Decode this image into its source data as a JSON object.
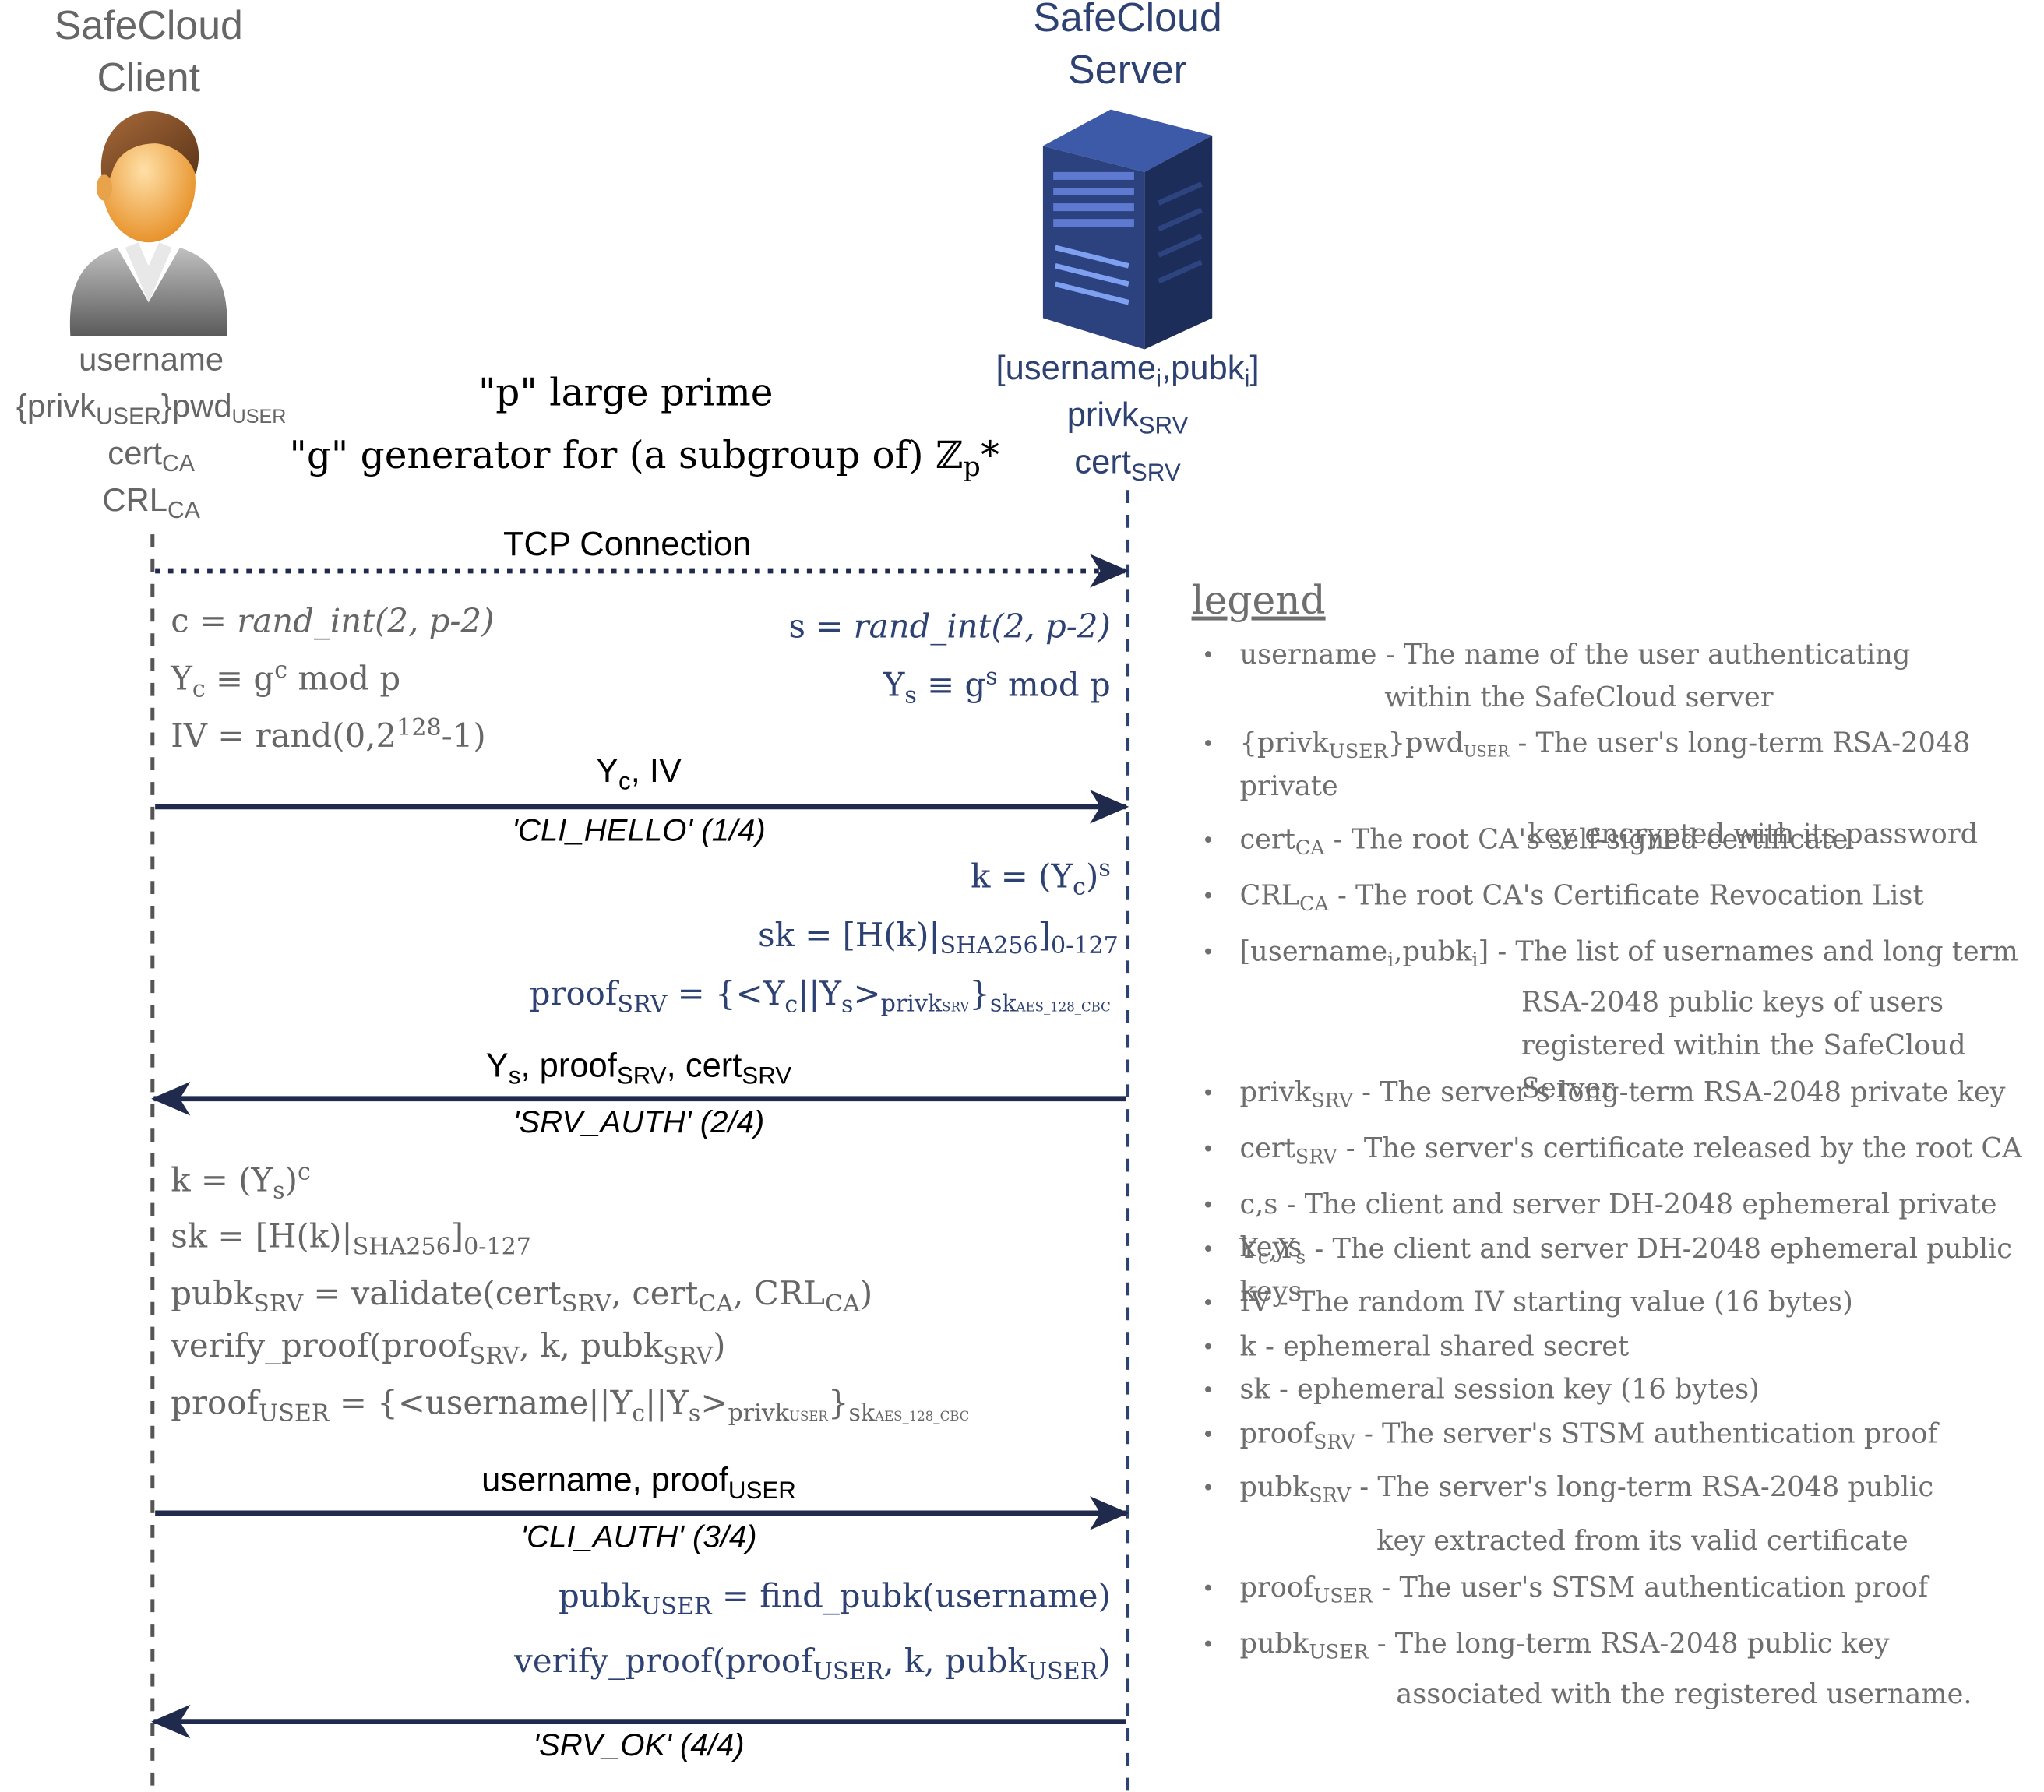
{
  "client": {
    "title_line1": "SafeCloud",
    "title_line2": "Client",
    "username": "username",
    "privk_base": "{privk",
    "privk_sub": "USER",
    "privk_close": "}",
    "pwd": "pwd",
    "pwd_sub": "USER",
    "cert": "cert",
    "cert_sub": "CA",
    "crl": "CRL",
    "crl_sub": "CA"
  },
  "server": {
    "title_line1": "SafeCloud",
    "title_line2": "Server",
    "list_open": "[username",
    "list_sub_i": "i",
    "list_mid": ",pubk",
    "list_sub_i2": "i",
    "list_close": "]",
    "privk": "privk",
    "privk_sub": "SRV",
    "cert": "cert",
    "cert_sub": "SRV"
  },
  "params": {
    "p_line": "\"p\" large prime",
    "g_line": "\"g\" generator for (a subgroup of) ℤ",
    "g_sub": "p",
    "g_star": "*"
  },
  "messages": {
    "tcp": "TCP Connection",
    "m1_label_base": "Y",
    "m1_label_sub": "c",
    "m1_label_rest": ", IV",
    "m1_name": "'CLI_HELLO' (1/4)",
    "m2_label": "Y",
    "m2_sub": "s",
    "m2_mid": ", proof",
    "m2_sub2": "SRV",
    "m2_mid2": ", cert",
    "m2_sub3": "SRV",
    "m2_name": "'SRV_AUTH' (2/4)",
    "m3_label": "username, proof",
    "m3_sub": "USER",
    "m3_name": "'CLI_AUTH' (3/4)",
    "m4_name": "'SRV_OK' (4/4)"
  },
  "client_steps": {
    "c_eq": "c = ",
    "c_fn": "rand_int(2, p-2)",
    "yc_Y": "Y",
    "yc_sub": "c",
    "yc_mid": " ≡ g",
    "yc_sup": "c",
    "yc_end": " mod p",
    "iv_a": "IV = rand(0,2",
    "iv_sup": "128",
    "iv_b": "-1)",
    "k_a": "k = (Y",
    "k_sub": "s",
    "k_b": ")",
    "k_sup": "c",
    "sk_a": "sk = [H(k)|",
    "sk_sub1": "SHA256",
    "sk_b": "]",
    "sk_sub2": "0-127",
    "pubk_a": "pubk",
    "pubk_sub": "SRV",
    "pubk_b": " = validate(cert",
    "pubk_sub2": "SRV",
    "pubk_c": ", cert",
    "pubk_sub3": "CA",
    "pubk_d": ", CRL",
    "pubk_sub4": "CA",
    "pubk_e": ")",
    "vp_a": "verify_proof(proof",
    "vp_sub": "SRV",
    "vp_b": ", k, pubk",
    "vp_sub2": "SRV",
    "vp_c": ")",
    "pu_a": "proof",
    "pu_sub": "USER",
    "pu_b": " = {<username||Y",
    "pu_sub2": "c",
    "pu_c": "||Y",
    "pu_sub3": "s",
    "pu_d": ">",
    "pu_sub4": "privk",
    "pu_sub4b": "USER",
    "pu_e": "}",
    "pu_sub5": "sk",
    "pu_sub5b": "AES_128_CBC"
  },
  "server_steps": {
    "s_eq": "s = ",
    "s_fn": "rand_int(2, p-2)",
    "ys_Y": "Y",
    "ys_sub": "s",
    "ys_mid": " ≡ g",
    "ys_sup": "s",
    "ys_end": " mod p",
    "k_a": "k = (Y",
    "k_sub": "c",
    "k_b": ")",
    "k_sup": "s",
    "sk_a": "sk = [H(k)|",
    "sk_sub1": "SHA256",
    "sk_b": "]",
    "sk_sub2": "0-127",
    "pr_a": "proof",
    "pr_sub": "SRV",
    "pr_b": " = {<Y",
    "pr_sub2": "c",
    "pr_c": "||Y",
    "pr_sub3": "s",
    "pr_d": ">",
    "pr_sub4": "privk",
    "pr_sub4b": "SRV",
    "pr_e": "}",
    "pr_sub5": "sk",
    "pr_sub5b": "AES_128_CBC",
    "pu_a": "pubk",
    "pu_sub": "USER",
    "pu_b": " = find_pubk(username)",
    "vp_a": "verify_proof(proof",
    "vp_sub": "USER",
    "vp_b": ", k, pubk",
    "vp_sub2": "USER",
    "vp_c": ")"
  },
  "legend": {
    "title": "legend",
    "items": [
      {
        "a": "username",
        "rest": " - The name of the user  authenticating",
        "cont": "within the SafeCloud server"
      },
      {
        "a": "{privk",
        "sub": "USER",
        "b": "}pwd",
        "sub2": "USER",
        "rest": " - The user's long-term RSA-2048 private",
        "cont": "key encrypted with its password"
      },
      {
        "a": "cert",
        "sub": "CA",
        "rest": " - The root CA's self-signed certificate"
      },
      {
        "a": "CRL",
        "sub": "CA",
        "rest": " - The root CA's Certificate Revocation List"
      },
      {
        "a": "[username",
        "sub": "i",
        "b": ",pubk",
        "sub2": "i",
        "c": "]",
        "rest": " - The list of usernames and long term",
        "cont": "RSA-2048 public keys of users",
        "cont2": "registered within the SafeCloud Server"
      },
      {
        "a": "privk",
        "sub": "SRV",
        "rest": " - The server's long-term RSA-2048 private key"
      },
      {
        "a": "cert",
        "sub": "SRV",
        "rest": " - The server's certificate released by the root CA"
      },
      {
        "a": "c,s",
        "rest": " - The client and server DH-2048 ephemeral private keys"
      },
      {
        "a": "Y",
        "sub": "c",
        "b": ",Y",
        "sub2": "s",
        "rest": " - The client and server DH-2048 ephemeral public keys"
      },
      {
        "a": "IV",
        "rest": " - The random IV starting value (16 bytes)"
      },
      {
        "a": "k",
        "rest": " - ephemeral shared secret"
      },
      {
        "a": "sk",
        "rest": " - ephemeral session key (16 bytes)"
      },
      {
        "a": "proof",
        "sub": "SRV",
        "rest": " - The server's STSM authentication proof"
      },
      {
        "a": "pubk",
        "sub": "SRV",
        "rest": " - The server's long-term RSA-2048 public",
        "cont": "key extracted from its valid certificate"
      },
      {
        "a": "proof",
        "sub": "USER",
        "rest": " - The user's STSM authentication proof"
      },
      {
        "a": "pubk",
        "sub": "USER",
        "rest": " -  The long-term RSA-2048 public key",
        "cont": "associated with the registered username."
      }
    ]
  },
  "colors": {
    "client_text": "#666666",
    "server_text": "#2e4173",
    "arrow": "#1f2a4d"
  }
}
